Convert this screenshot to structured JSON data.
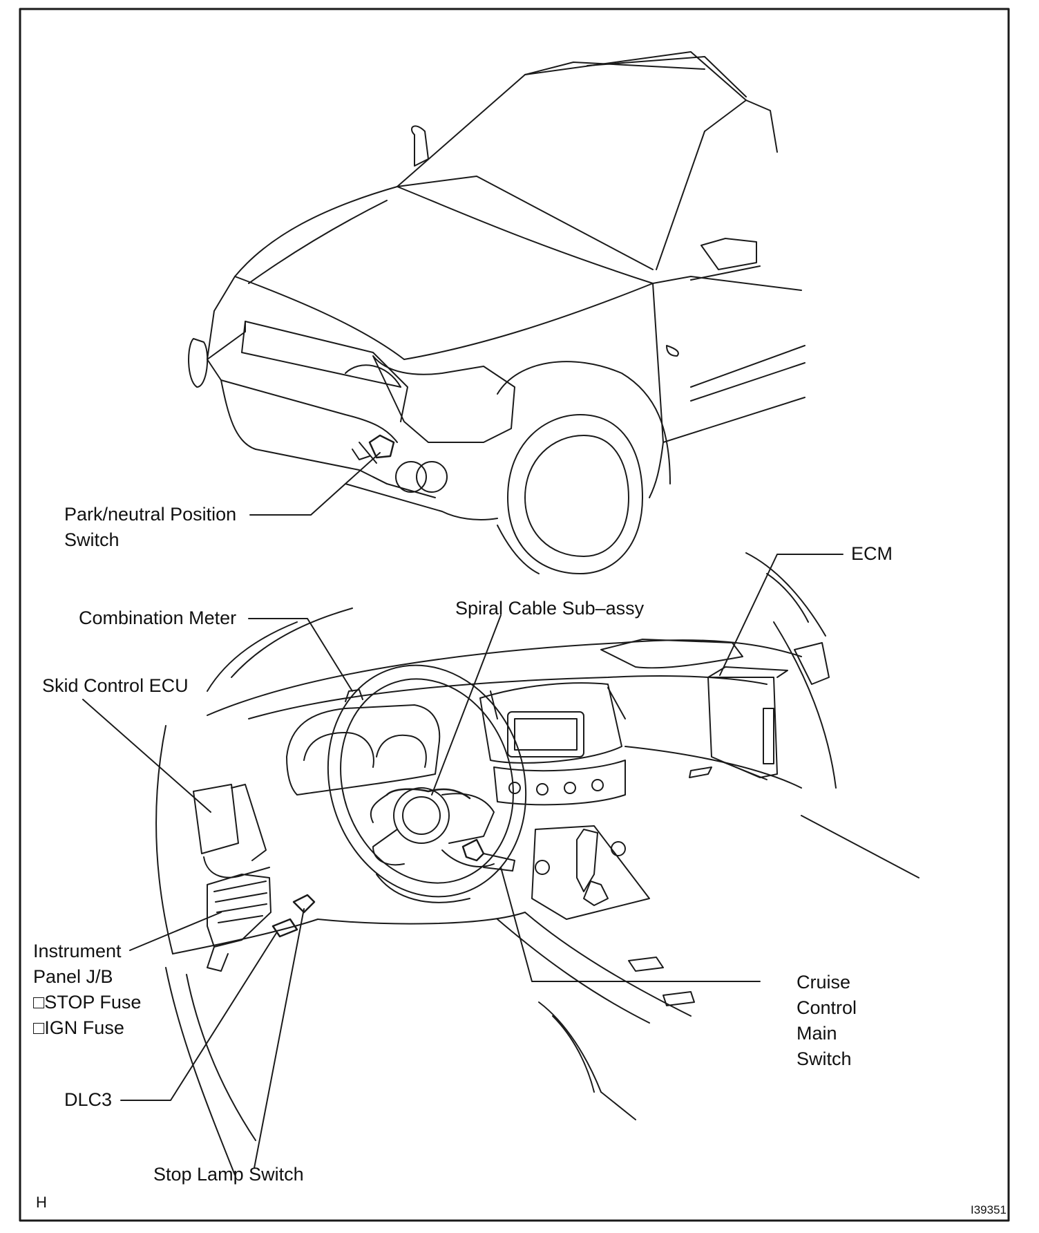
{
  "figure": {
    "corner_letter": "H",
    "figure_id": "I39351"
  },
  "labels": {
    "park_neutral": [
      "Park/neutral Position",
      "Switch"
    ],
    "ecm": "ECM",
    "spiral_cable": "Spiral Cable Sub–assy",
    "combination_meter": "Combination Meter",
    "skid_control": "Skid Control ECU",
    "instrument_panel": [
      "Instrument",
      "Panel J/B",
      "□STOP Fuse",
      "□IGN Fuse"
    ],
    "dlc3": "DLC3",
    "stop_lamp": "Stop Lamp Switch",
    "cruise_control": [
      "Cruise",
      "Control",
      "Main",
      "Switch"
    ]
  }
}
